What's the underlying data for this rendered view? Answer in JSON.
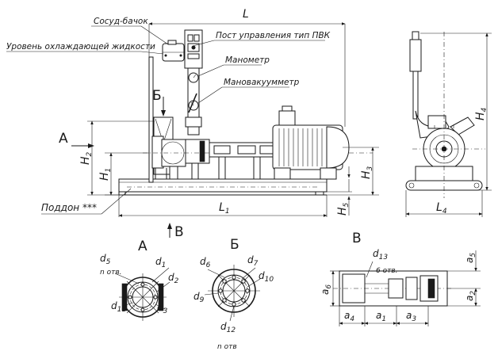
{
  "labels": {
    "sosud_bachok": "Сосуд-бачок",
    "uroven": "Уровень охлаждающей жидкости",
    "post": "Пост управления тип ПВК",
    "manometr": "Манометр",
    "manovak": "Мановакуумметр",
    "poddon": "Поддон ***"
  },
  "dims": {
    "L": "L",
    "L1": "L",
    "L1_sub": "1",
    "L4": "L",
    "L4_sub": "4",
    "H1": "H",
    "H1_sub": "1",
    "H2": "H",
    "H2_sub": "2",
    "H3": "H",
    "H3_sub": "3",
    "H4": "H",
    "H4_sub": "4",
    "H5": "H",
    "H5_sub": "5"
  },
  "views": {
    "A_arrow": "А",
    "B_arrow": "Б",
    "V_arrow": "В",
    "A_title": "А",
    "B_title": "Б",
    "V_title": "В"
  },
  "view_a": {
    "d5": "d",
    "d5_sub": "5",
    "d1": "d",
    "d1_sub": "1",
    "d2": "d",
    "d2_sub": "2",
    "d3": "d",
    "d3_sub": "3",
    "d11": "d",
    "d11_sub": "11",
    "n_otv": "n отв."
  },
  "view_b": {
    "d6": "d",
    "d6_sub": "6",
    "d7": "d",
    "d7_sub": "7",
    "d10": "d",
    "d10_sub": "10",
    "d9": "d",
    "d9_sub": "9",
    "d12": "d",
    "d12_sub": "12",
    "n_otv": "n отв"
  },
  "view_v": {
    "d13": "d",
    "d13_sub": "13",
    "six_otv": "6 отв.",
    "a6": "a",
    "a6_sub": "6",
    "a5": "a",
    "a5_sub": "5",
    "a2": "a",
    "a2_sub": "2",
    "a4": "a",
    "a4_sub": "4",
    "a1": "a",
    "a1_sub": "1",
    "a3": "a",
    "a3_sub": "3"
  }
}
